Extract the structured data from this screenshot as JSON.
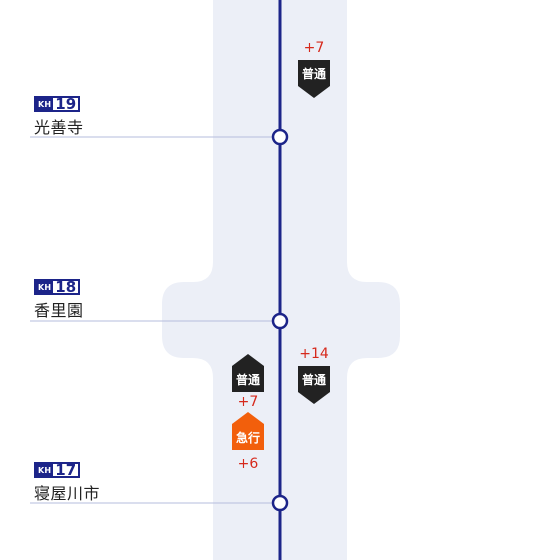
{
  "line": {
    "color": "#1c2489",
    "corridor_color": "#eceff7"
  },
  "stations": [
    {
      "prefix": "KH",
      "number": "19",
      "name": "光善寺"
    },
    {
      "prefix": "KH",
      "number": "18",
      "name": "香里園"
    },
    {
      "prefix": "KH",
      "number": "17",
      "name": "寝屋川市"
    }
  ],
  "trains": [
    {
      "type": "普通",
      "color": "#222222",
      "direction": "down",
      "minutes": "+7"
    },
    {
      "type": "普通",
      "color": "#222222",
      "direction": "up",
      "minutes": "+7"
    },
    {
      "type": "急行",
      "color": "#f25f0c",
      "direction": "up",
      "minutes": "+6"
    },
    {
      "type": "普通",
      "color": "#222222",
      "direction": "down",
      "minutes": "+14"
    }
  ]
}
